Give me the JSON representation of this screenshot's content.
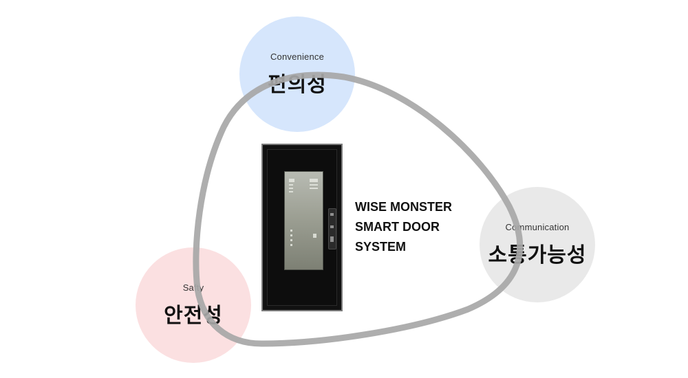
{
  "diagram": {
    "nodes": [
      {
        "id": "convenience",
        "label_en": "Convenience",
        "label_ko": "편의성",
        "color": "#d6e6fc"
      },
      {
        "id": "communication",
        "label_en": "Communication",
        "label_ko": "소통가능성",
        "color": "#e9e9e9"
      },
      {
        "id": "safety",
        "label_en": "Safty",
        "label_ko": "안전성",
        "color": "#fbe0e1"
      }
    ],
    "loop_color": "#a7a7a7"
  },
  "product": {
    "title_lines": [
      "WISE MONSTER",
      "SMART DOOR",
      "SYSTEM"
    ]
  }
}
